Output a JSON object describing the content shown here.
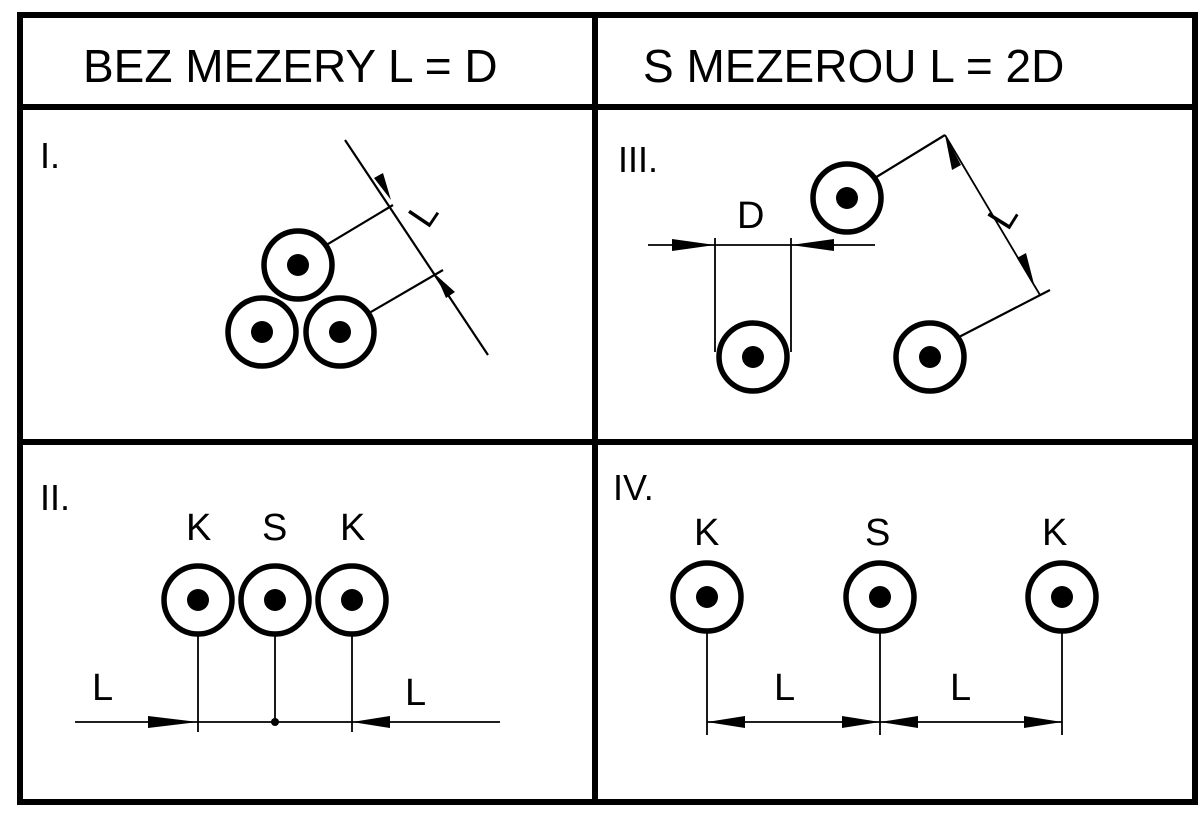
{
  "header": {
    "left": "BEZ  MEZERY  L = D",
    "right": "S  MEZEROU  L = 2D"
  },
  "panels": {
    "p1": {
      "numeral": "I.",
      "dim_label": "L"
    },
    "p2": {
      "numeral": "II.",
      "cables": [
        "K",
        "S",
        "K"
      ],
      "dim_left": "L",
      "dim_right": "L"
    },
    "p3": {
      "numeral": "III.",
      "dim_top": "D",
      "dim_diag": "L"
    },
    "p4": {
      "numeral": "IV.",
      "cables": [
        "K",
        "S",
        "K"
      ],
      "dim_left": "L",
      "dim_right": "L"
    }
  }
}
